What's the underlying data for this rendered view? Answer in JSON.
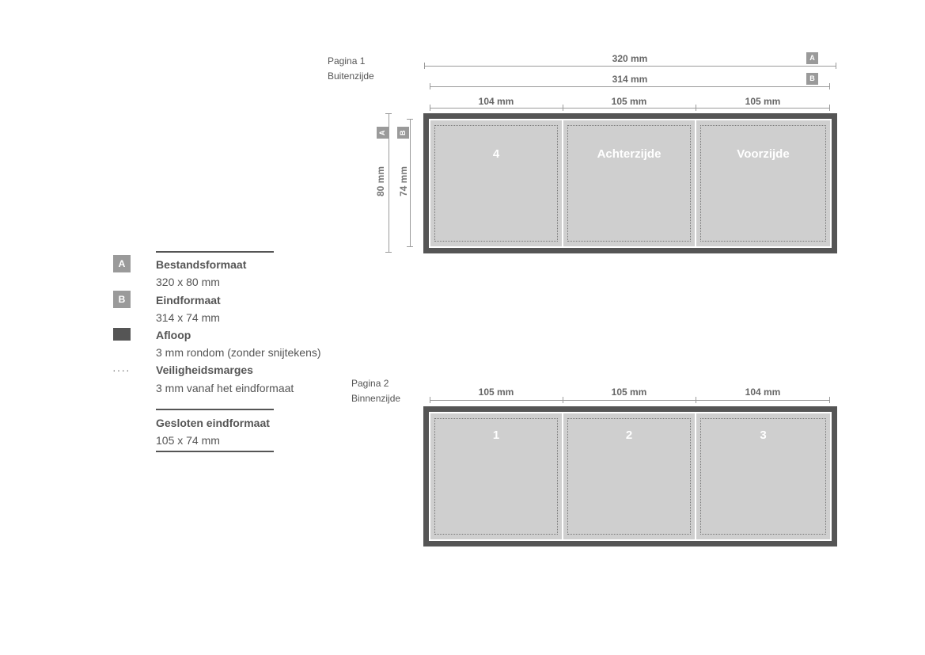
{
  "page1": {
    "title": "Pagina 1",
    "subtitle": "Buitenzijde",
    "dim_total_width": "320 mm",
    "dim_final_width": "314 mm",
    "dim_panels": [
      "104 mm",
      "105 mm",
      "105 mm"
    ],
    "dim_total_height": "80 mm",
    "dim_final_height": "74 mm",
    "badge_a": "A",
    "badge_b": "B",
    "panels": [
      "4",
      "Achterzijde",
      "Voorzijde"
    ]
  },
  "page2": {
    "title": "Pagina 2",
    "subtitle": "Binnenzijde",
    "dim_panels": [
      "105 mm",
      "105 mm",
      "104 mm"
    ],
    "panels": [
      "1",
      "2",
      "3"
    ]
  },
  "legend": {
    "a_badge": "A",
    "a_title": "Bestandsformaat",
    "a_value": "320 x 80 mm",
    "b_badge": "B",
    "b_title": "Eindformaat",
    "b_value": "314 x 74 mm",
    "bleed_title": "Afloop",
    "bleed_value": "3 mm rondom (zonder snijtekens)",
    "safe_symbol": "····",
    "safe_title": "Veiligheidsmarges",
    "safe_value": "3 mm vanaf het eindformaat",
    "closed_title": "Gesloten eindformaat",
    "closed_value": "105 x 74 mm"
  },
  "colors": {
    "bleed": "#555555",
    "panel": "#cfcfcf",
    "badge": "#9a9a9a"
  }
}
